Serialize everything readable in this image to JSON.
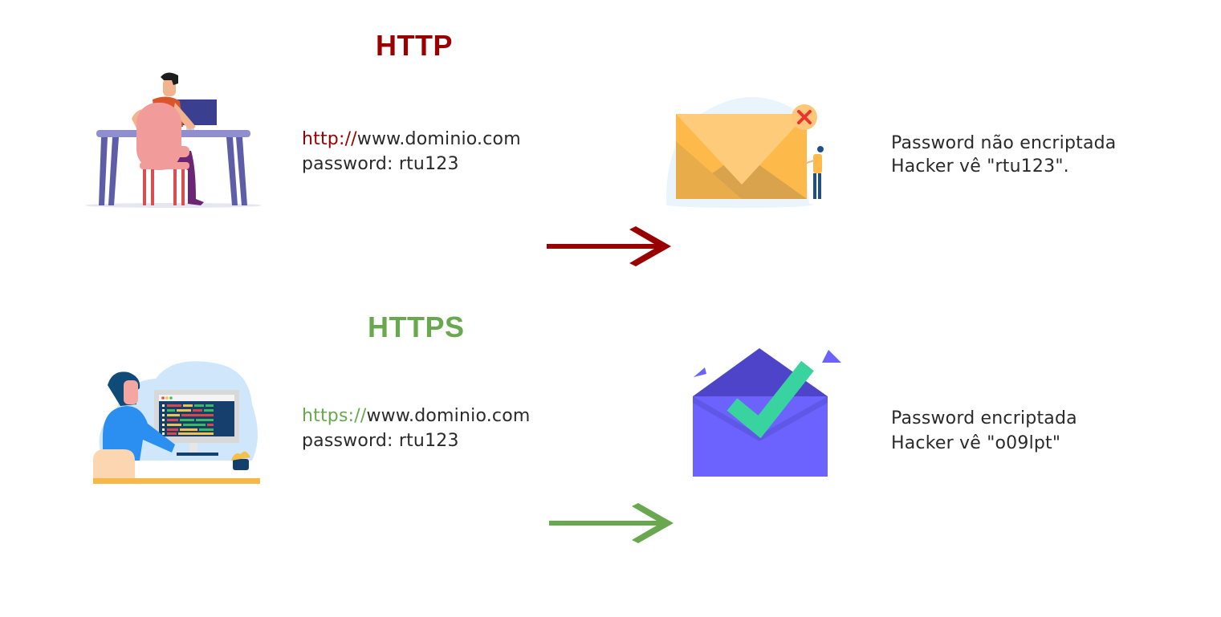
{
  "colors": {
    "http_accent": "#990000",
    "https_accent": "#69a84f",
    "text": "#2a2a2a"
  },
  "http": {
    "title": "HTTP",
    "url_scheme": "http://",
    "url_domain": "www.dominio.com",
    "password_line": "password: rtu123",
    "result_line1": "Password não encriptada",
    "result_line2": "Hacker vê \"rtu123\".",
    "illustration_sender": "person-at-desk-laptop-icon",
    "illustration_envelope": "open-envelope-with-x-icon",
    "arrow": "arrow-right-icon"
  },
  "https": {
    "title": "HTTPS",
    "url_scheme": "https://",
    "url_domain": "www.dominio.com",
    "password_line": "password: rtu123",
    "result_line1": "Password encriptada",
    "result_line2": "Hacker vê \"o09lpt\"",
    "illustration_sender": "person-at-computer-code-icon",
    "illustration_envelope": "envelope-with-checkmark-icon",
    "arrow": "arrow-right-icon"
  }
}
